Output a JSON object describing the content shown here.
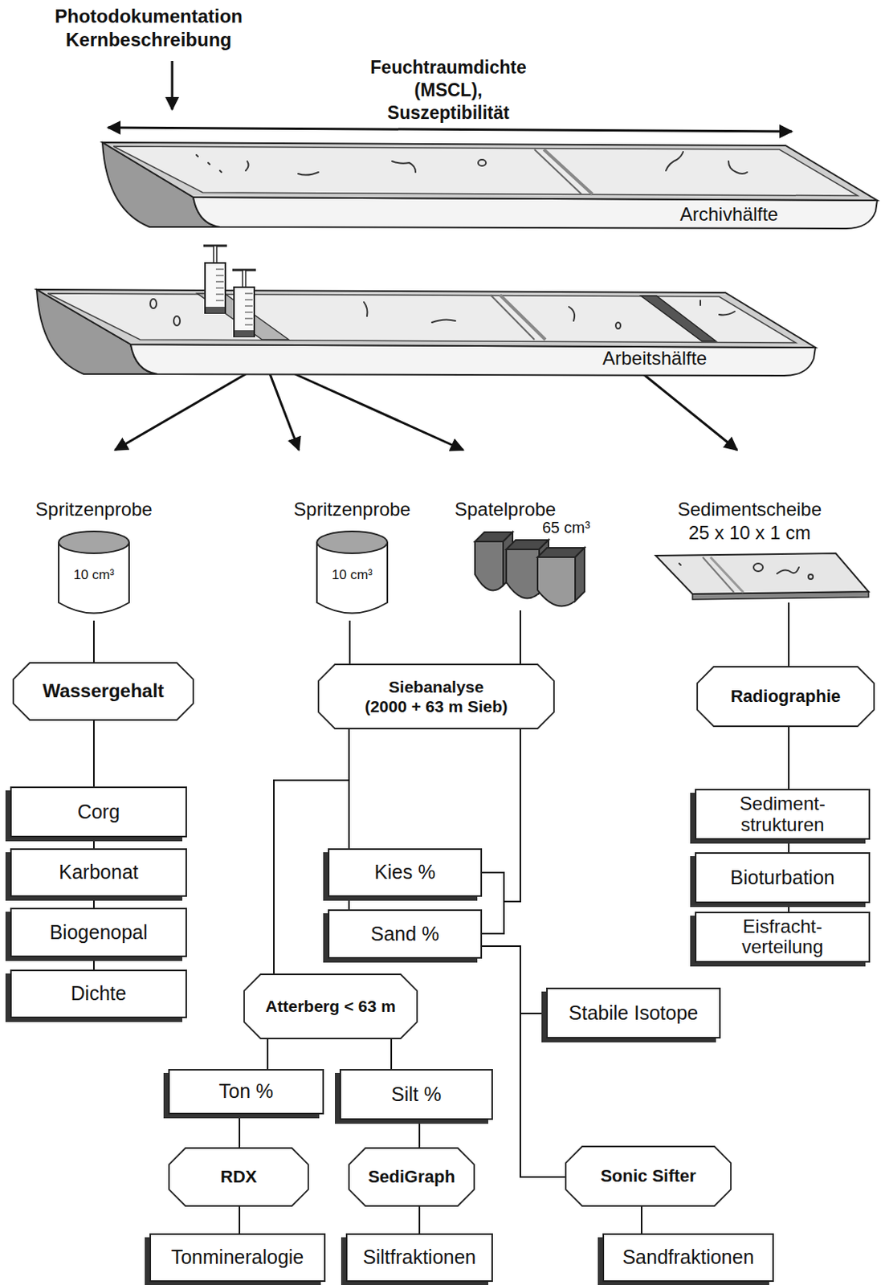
{
  "diagram": {
    "nodes": [
      {
        "text": [
          "Archivhälfte"
        ]
      },
      {
        "text": [
          "Arbeitshälfte"
        ]
      },
      {
        "text": [
          "Spritzenprobe",
          "10 cm³"
        ]
      },
      {
        "text": [
          "Spritzenprobe",
          "10 cm³"
        ]
      },
      {
        "text": [
          "Spatelprobe",
          "65 cm³"
        ]
      },
      {
        "text": [
          "Sedimentscheibe",
          "25 x 10 x 1 cm"
        ]
      },
      {
        "text": [
          "Wassergehalt"
        ]
      },
      {
        "text": [
          "Siebanalyse",
          "(2000 + 63 m Sieb)"
        ]
      },
      {
        "text": [
          "Radiographie"
        ]
      },
      {
        "text": [
          "Corg"
        ]
      },
      {
        "text": [
          "Karbonat"
        ]
      },
      {
        "text": [
          "Biogenopal"
        ]
      },
      {
        "text": [
          "Dichte"
        ]
      },
      {
        "text": [
          "Kies %"
        ]
      },
      {
        "text": [
          "Sand %"
        ]
      },
      {
        "text": [
          "Sediment- strukturen"
        ]
      },
      {
        "text": [
          "Bioturbation"
        ]
      },
      {
        "text": [
          "Eisfracht- verteilung"
        ]
      },
      {
        "text": [
          "Stabile Isotope"
        ]
      },
      {
        "text": [
          "Atterberg < 63 m"
        ]
      },
      {
        "text": [
          "Ton %"
        ]
      },
      {
        "text": [
          "Silt %"
        ]
      },
      {
        "text": [
          "RDX"
        ]
      },
      {
        "text": [
          "SediGraph"
        ]
      },
      {
        "text": [
          "Sonic Sifter"
        ]
      },
      {
        "text": [
          "Tonmineralogie"
        ]
      },
      {
        "text": [
          "Siltfraktionen"
        ]
      },
      {
        "text": [
          "Sandfraktionen"
        ]
      }
    ],
    "edges": [
      {
        "from": 1,
        "to": 2,
        "arrow": "to"
      },
      {
        "from": 1,
        "to": 3,
        "arrow": "to"
      },
      {
        "from": 1,
        "to": 4,
        "arrow": "to"
      },
      {
        "from": 1,
        "to": 5,
        "arrow": "to"
      },
      {
        "from": 2,
        "to": 6,
        "arrow": "none"
      },
      {
        "from": 6,
        "to": 9,
        "arrow": "none"
      },
      {
        "from": 9,
        "to": 10,
        "arrow": "none"
      },
      {
        "from": 10,
        "to": 11,
        "arrow": "none"
      },
      {
        "from": 11,
        "to": 12,
        "arrow": "none"
      },
      {
        "from": 3,
        "to": 7,
        "arrow": "none"
      },
      {
        "from": 7,
        "to": 13,
        "arrow": "none"
      },
      {
        "from": 13,
        "to": 14,
        "arrow": "none"
      },
      {
        "from": 7,
        "to": 19,
        "arrow": "none"
      },
      {
        "from": 4,
        "to": 7,
        "arrow": "none"
      },
      {
        "from": 7,
        "to": 13,
        "arrow": "none"
      },
      {
        "from": 7,
        "to": 14,
        "arrow": "none"
      },
      {
        "from": 14,
        "to": 18,
        "arrow": "none"
      },
      {
        "from": 14,
        "to": 24,
        "arrow": "none"
      },
      {
        "from": 19,
        "to": 20,
        "arrow": "none"
      },
      {
        "from": 19,
        "to": 21,
        "arrow": "none"
      },
      {
        "from": 20,
        "to": 22,
        "arrow": "none"
      },
      {
        "from": 21,
        "to": 23,
        "arrow": "none"
      },
      {
        "from": 22,
        "to": 25,
        "arrow": "none"
      },
      {
        "from": 23,
        "to": 26,
        "arrow": "none"
      },
      {
        "from": 24,
        "to": 27,
        "arrow": "none"
      },
      {
        "from": 5,
        "to": 8,
        "arrow": "none"
      },
      {
        "from": 8,
        "to": 15,
        "arrow": "none"
      },
      {
        "from": 15,
        "to": 16,
        "arrow": "none"
      },
      {
        "from": 16,
        "to": 17,
        "arrow": "none"
      }
    ],
    "labels": [
      "Photodokumentation Kernbeschreibung",
      "Feuchtraumdichte (MSCL), Suszeptibilität"
    ]
  }
}
